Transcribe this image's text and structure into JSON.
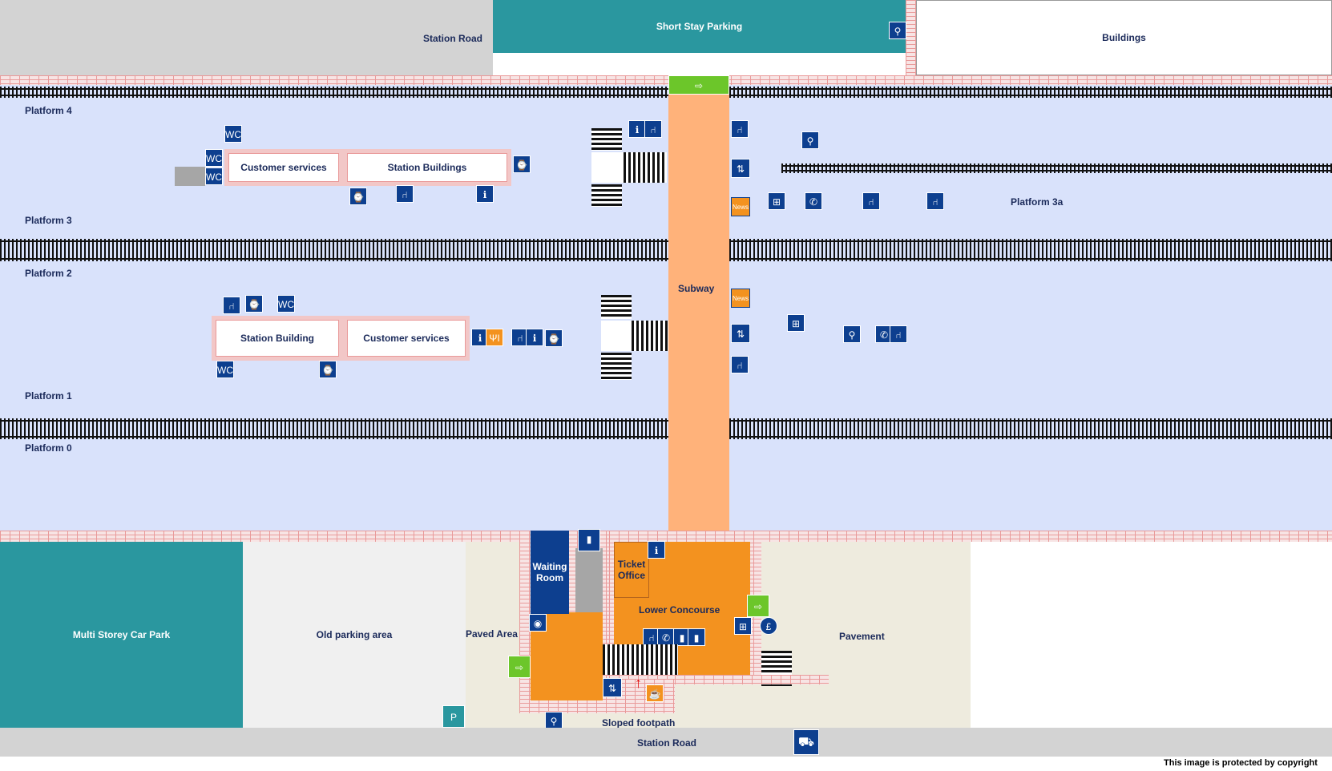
{
  "labels": {
    "station_road_top": "Station Road",
    "short_stay_parking": "Short Stay Parking",
    "buildings": "Buildings",
    "platform_4": "Platform 4",
    "platform_3": "Platform 3",
    "platform_3a": "Platform 3a",
    "platform_2": "Platform 2",
    "platform_1": "Platform 1",
    "platform_0": "Platform 0",
    "customer_services_top": "Customer services",
    "station_buildings_top": "Station Buildings",
    "station_building_mid": "Station Building",
    "customer_services_mid": "Customer services",
    "subway": "Subway",
    "waiting_room": "Waiting Room",
    "ticket_office": "Ticket Office",
    "lower_concourse": "Lower Concourse",
    "multi_storey_car_park": "Multi Storey Car Park",
    "old_parking_area": "Old parking area",
    "paved_area": "Paved Area",
    "pavement": "Pavement",
    "sloped_footpath": "Sloped footpath",
    "station_road_bottom": "Station Road",
    "copyright": "This image is protected by copyright",
    "news_1": "News",
    "news_2": "News"
  },
  "icons": {
    "wc": "WC",
    "seat": "⑁",
    "cycle": "⚲",
    "phone": "✆",
    "lift": "⇅",
    "exit": "⇨",
    "info": "ℹ",
    "trolley": "⊞",
    "cash": "£",
    "camera": "◉",
    "taxi": "⛟",
    "parking": "P",
    "food": "ΨΙ",
    "cafe": "☕",
    "waiting": "⌚",
    "ticket": "▮"
  },
  "colors": {
    "platform": "#d9e2fb",
    "subway": "#ffb27a",
    "concourse": "#f3921f",
    "car_park": "#2a979f",
    "icon": "#0d3f8f",
    "exit": "#6cc62a"
  }
}
